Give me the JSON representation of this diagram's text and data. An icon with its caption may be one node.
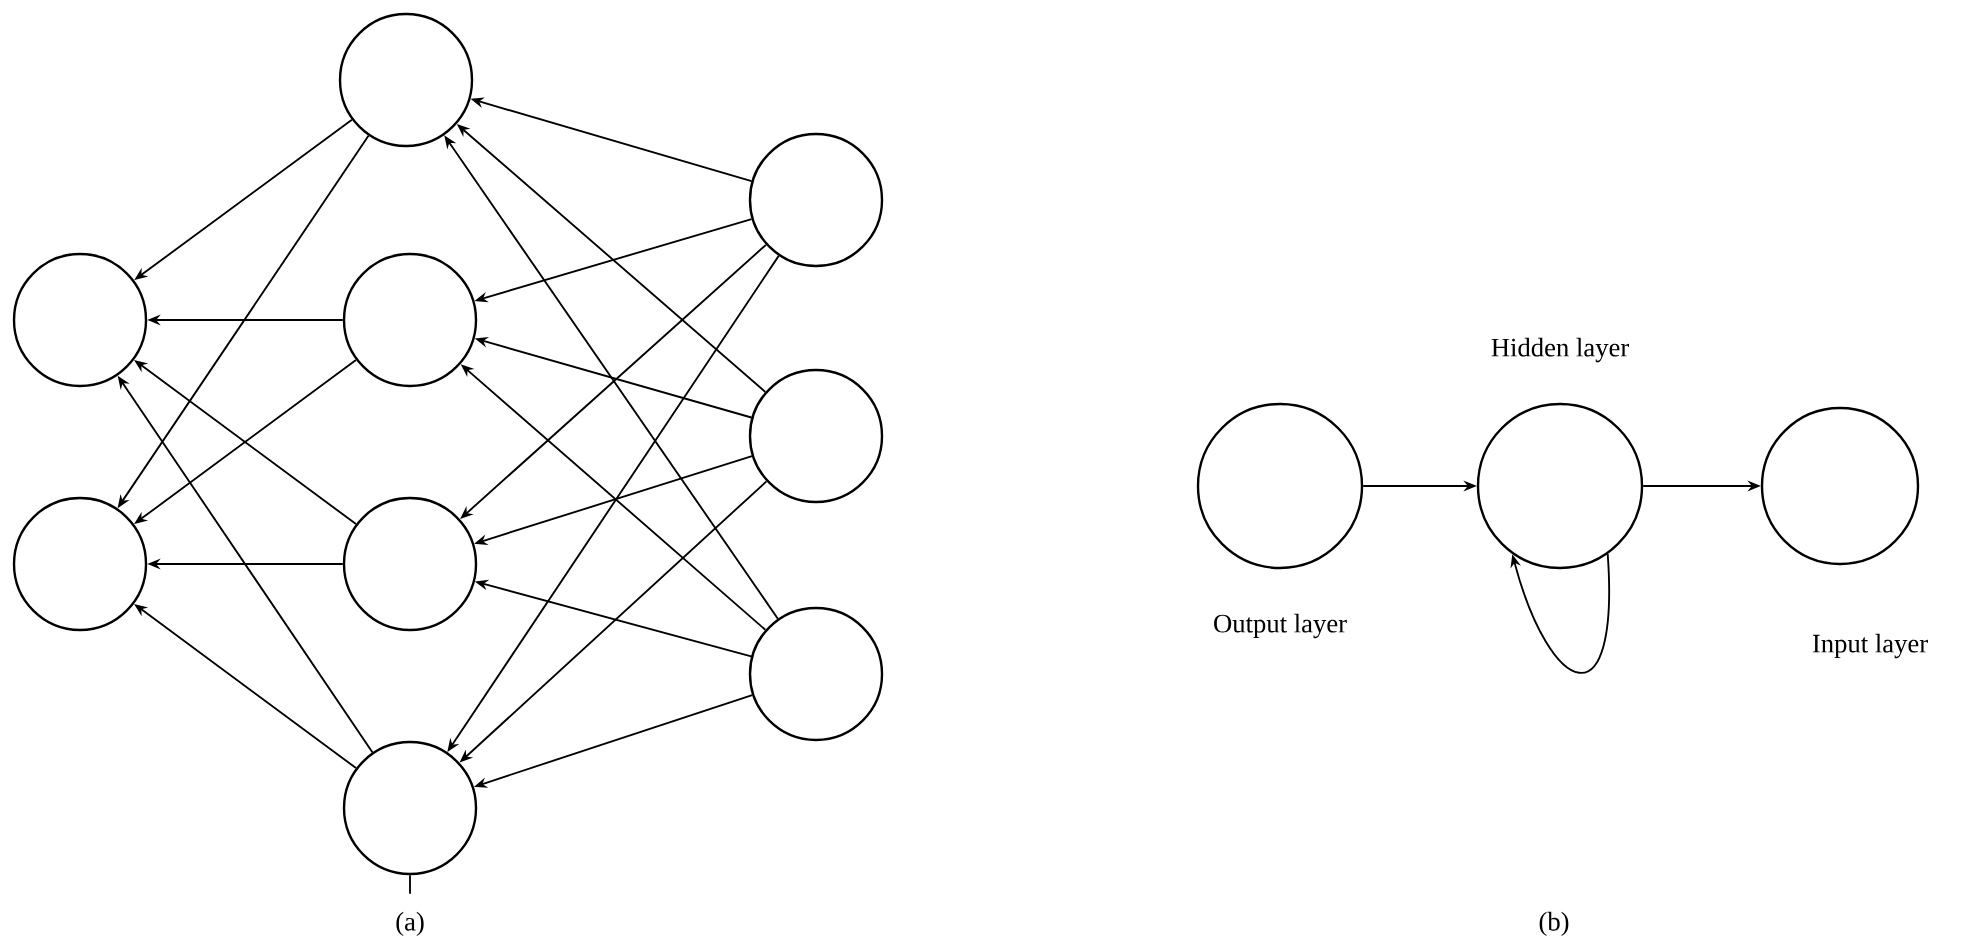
{
  "diagram": {
    "nodes": [
      {
        "text": [],
        "shape": "circle"
      },
      {
        "text": [],
        "shape": "circle"
      },
      {
        "text": [],
        "shape": "circle"
      },
      {
        "text": [],
        "shape": "circle"
      },
      {
        "text": [],
        "shape": "circle"
      },
      {
        "text": [],
        "shape": "circle"
      },
      {
        "text": [],
        "shape": "circle"
      },
      {
        "text": [],
        "shape": "circle"
      },
      {
        "text": [],
        "shape": "circle"
      },
      {
        "text": [],
        "shape": "circle",
        "beside": [
          "Output layer"
        ]
      },
      {
        "text": [],
        "shape": "circle",
        "beside": [
          "Hidden layer"
        ]
      },
      {
        "text": [],
        "shape": "circle",
        "beside": [
          "Input layer"
        ]
      }
    ],
    "edges": [
      {
        "from": 6,
        "to": 2,
        "arrow": "to"
      },
      {
        "from": 6,
        "to": 3,
        "arrow": "to"
      },
      {
        "from": 6,
        "to": 4,
        "arrow": "to"
      },
      {
        "from": 6,
        "to": 5,
        "arrow": "to"
      },
      {
        "from": 7,
        "to": 2,
        "arrow": "to"
      },
      {
        "from": 7,
        "to": 3,
        "arrow": "to"
      },
      {
        "from": 7,
        "to": 4,
        "arrow": "to"
      },
      {
        "from": 7,
        "to": 5,
        "arrow": "to"
      },
      {
        "from": 8,
        "to": 2,
        "arrow": "to"
      },
      {
        "from": 8,
        "to": 3,
        "arrow": "to"
      },
      {
        "from": 8,
        "to": 4,
        "arrow": "to"
      },
      {
        "from": 8,
        "to": 5,
        "arrow": "to"
      },
      {
        "from": 2,
        "to": 0,
        "arrow": "to"
      },
      {
        "from": 2,
        "to": 1,
        "arrow": "to"
      },
      {
        "from": 3,
        "to": 0,
        "arrow": "to"
      },
      {
        "from": 3,
        "to": 1,
        "arrow": "to"
      },
      {
        "from": 4,
        "to": 0,
        "arrow": "to"
      },
      {
        "from": 4,
        "to": 1,
        "arrow": "to"
      },
      {
        "from": 5,
        "to": 0,
        "arrow": "to"
      },
      {
        "from": 5,
        "to": 1,
        "arrow": "to"
      },
      {
        "from": 9,
        "to": 10,
        "arrow": "to"
      },
      {
        "from": 10,
        "to": 11,
        "arrow": "to"
      },
      {
        "from": 10,
        "to": 10,
        "arrow": "to"
      }
    ],
    "labels": [
      "(a)",
      "(b)"
    ]
  }
}
